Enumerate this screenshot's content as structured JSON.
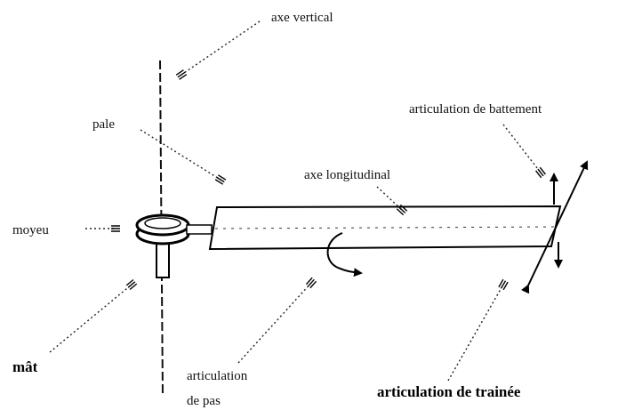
{
  "labels": {
    "axe_vertical": "axe vertical",
    "pale": "pale",
    "moyeu": "moyeu",
    "mat": "mât",
    "axe_longitudinal": "axe longitudinal",
    "articulation_battement": "articulation de battement",
    "articulation_pas_line1": "articulation",
    "articulation_pas_line2": "de pas",
    "articulation_trainee": "articulation de trainée"
  }
}
